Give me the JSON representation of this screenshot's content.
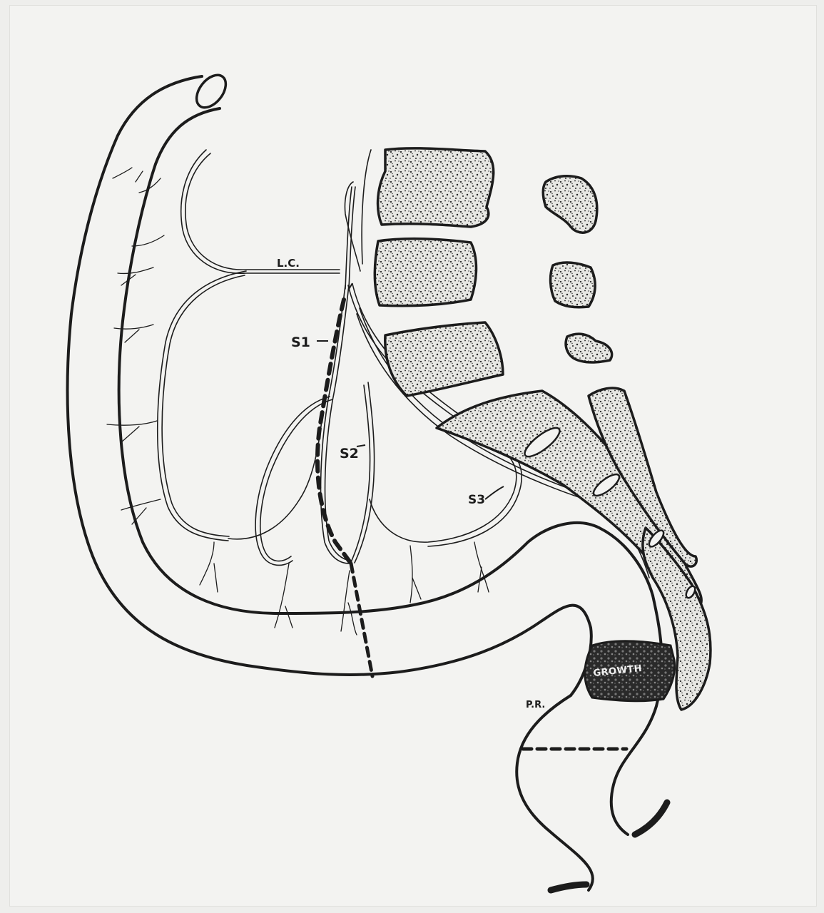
{
  "diagram": {
    "labels": {
      "lc": "L.C.",
      "s1": "S1",
      "s2": "S2",
      "s3": "S3",
      "pr": "P.R.",
      "growth": "GROWTH"
    }
  },
  "colors": {
    "ink": "#1c1c1c",
    "paper": "#f3f3f1",
    "bone_fill": "#dcdcd8"
  }
}
